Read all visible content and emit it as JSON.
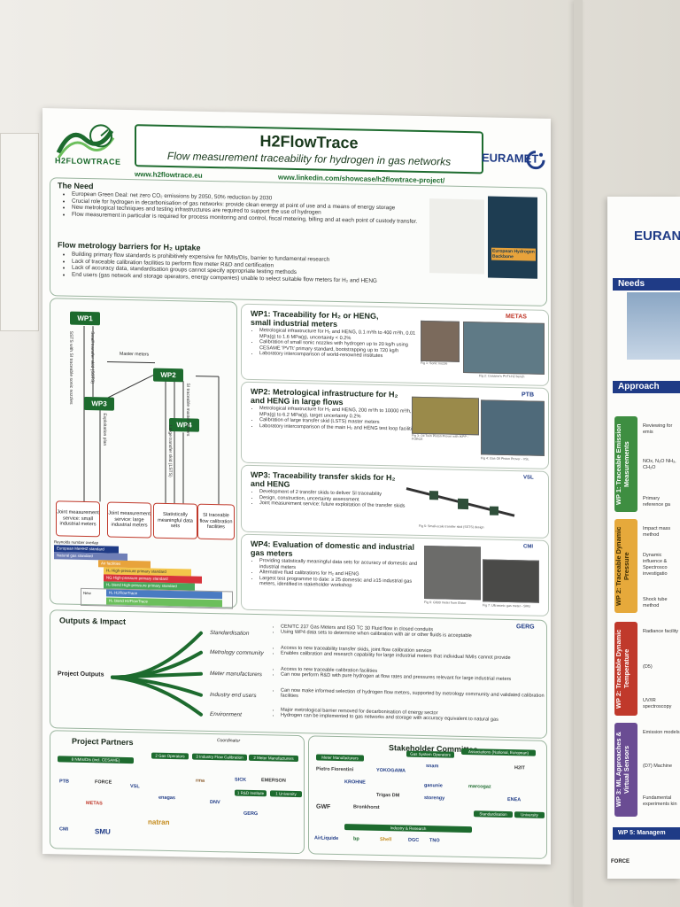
{
  "header": {
    "logo_text": "H2FLOWTRACE",
    "title": "H2FlowTrace",
    "subtitle": "Flow measurement traceability for hydrogen in gas networks",
    "website": "www.h2flowtrace.eu",
    "linkedin": "www.linkedin.com/showcase/h2flowtrace-project/",
    "euramet": "EURAMET"
  },
  "need": {
    "title": "The Need",
    "items": [
      "European Green Deal: net zero CO₂ emissions by 2050, 50% reduction by 2030",
      "Crucial role for hydrogen in decarbonisation of gas networks: provide clean energy at point of use and a means of energy storage",
      "New metrological techniques and testing infrastructures are required to support the use of hydrogen",
      "Flow measurement in particular is required for process monitoring and control, fiscal metering, billing and at each point of custody transfer."
    ],
    "book_title": "European Hydrogen Backbone"
  },
  "barriers": {
    "title": "Flow metrology barriers for H₂ uptake",
    "items": [
      "Building primary flow standards is prohibitively expensive for NMIs/DIs, barrier to fundamental research",
      "Lack of traceable calibration facilities to perform flow meter R&D and certification",
      "Lack of accuracy data, standardisation groups cannot specify appropriate testing methods",
      "End users (gas network and storage operators, energy companies) unable to select suitable flow meters for H₂ and HENG"
    ]
  },
  "diagram": {
    "wp1": "WP1",
    "wp2": "WP2",
    "wp3": "WP3",
    "wp4": "WP4",
    "master_meters": "Master meters",
    "small_transfer": "Small transfer skid (SSTS)",
    "ssts_nozzles": "SSTS with SI traceable sonic nozzles",
    "exploitation": "Exploitation plan",
    "large_transfer": "Large transfer skid (LSTS)",
    "si_traceable_master": "SI traceable master meters",
    "outputs": [
      "Joint measurement service: small industrial meters",
      "Joint measurement service: large industrial meters",
      "Statistically meaningful data sets",
      "SI traceable flow calibration facilities"
    ]
  },
  "legend": {
    "title": "Reynolds number overlap",
    "rows": [
      {
        "label": "European MeHHZ standard",
        "color": "#1f3b86"
      },
      {
        "label": "Natural gas standard",
        "color": "#6f7fb7"
      },
      {
        "label": "Air facilities",
        "color": "#e8a33b"
      },
      {
        "label": "H₂ High-pressure primary standard",
        "color": "#f3c54a"
      },
      {
        "label": "NG High-pressure primary standard",
        "color": "#d8323a"
      },
      {
        "label": "H₂ blend High-pressure primary standard",
        "color": "#4aa85b"
      },
      {
        "label": "H₂ H2FlowTrace",
        "color": "#4a7bc2"
      },
      {
        "label": "H₂ blend H2FlowTrace",
        "color": "#6cbf5c"
      }
    ],
    "new_label": "New"
  },
  "wps": [
    {
      "title": "WP1: Traceability for H₂ or HENG, small industrial meters",
      "org": "METAS",
      "items": [
        "Metrological infrastructure for H₂ and HENG, 0.1 m³/h to 400 m³/h, 0.01 MPa(g) to 1.6 MPa(g), uncertainty < 0.2%",
        "Calibration of small sonic nozzles with hydrogen up to 20 kg/h using CESAME 'PVTt' primary standard, bootstrapping up to 720 kg/h",
        "Laboratory intercomparison of world-renowned institutes"
      ],
      "captions": [
        "Fig 1: Sonic nozzle",
        "Fig 2: Cesame's PVTt-H2 bench"
      ]
    },
    {
      "title": "WP2: Metrological infrastructure for H₂ and HENG in large flows",
      "org": "PTB",
      "items": [
        "Metrological infrastructure for H₂ and HENG, 200 m³/h to 10000 m³/h, 0.3 MPa(g) to 6.2 MPa(g), target uncertainty 0.2%",
        "Calibration of large transfer skid (LSTS) master meters",
        "Laboratory intercomparison of the main H₂ and HENG test loop facilities"
      ],
      "captions": [
        "Fig 3: Oil Twin Piston Prover with IKPP - FORCE",
        "Fig 4: Gas Oil Piston Prover - VSL"
      ]
    },
    {
      "title": "WP3: Traceability transfer skids for H₂ and HENG",
      "org": "VSL",
      "items": [
        "Development of 2 transfer skids to deliver SI traceability",
        "Design, construction, uncertainty assessment",
        "Joint measurement service: future exploitation of the transfer skids"
      ],
      "captions": [
        "Fig 5: Small-scale transfer skid (SSTS) design"
      ]
    },
    {
      "title": "WP4: Evaluation of domestic and industrial gas meters",
      "org": "CMI",
      "items": [
        "Providing statistically meaningful data sets for accuracy of domestic and industrial meters",
        "Alternative fluid calibrations for H₂ and HENG",
        "Largest test programme to date: ≥ 25 domestic and ≥15 industrial gas meters, identified in stakeholder workshop"
      ],
      "captions": [
        "Fig 6: G600 meter from Elster",
        "Fig 7: Ultrasonic gas meter - SMU"
      ]
    }
  ],
  "outputs": {
    "title": "Outputs & Impact",
    "root": "Project Outputs",
    "org": "GERG",
    "branches": [
      {
        "label": "Standardisation",
        "items": [
          "CEN/TC 237 Gas Meters and ISO TC 30 Fluid flow in closed conduits",
          "Using WP4 data sets to determine when calibration with air or other fluids is acceptable"
        ]
      },
      {
        "label": "Metrology community",
        "items": [
          "Access to new traceability transfer skids, joint flow calibration service",
          "Enables calibration and research capability for large industrial meters that individual NMIs cannot provide"
        ]
      },
      {
        "label": "Meter manufacturers",
        "items": [
          "Access to new traceable calibration facilities",
          "Can now perform R&D with pure hydrogen at flow rates and pressures relevant for large industrial meters"
        ]
      },
      {
        "label": "Industry end users",
        "items": [
          "Can now make informed selection of hydrogen flow meters, supported by metrology community and validated calibration facilities"
        ]
      },
      {
        "label": "Environment",
        "items": [
          "Major metrological barrier removed for decarbonisation of energy sector",
          "Hydrogen can be implemented to gas networks and storage with accuracy equivalent to natural gas"
        ]
      }
    ]
  },
  "partners": {
    "title": "Project Partners",
    "coordinator": "Coordinator",
    "groups": [
      "8 NMIs/DIs (incl. CESAME)",
      "2 Gas Operators",
      "3 Industry Flow Calibration",
      "2 Meter Manufacturers",
      "1 R&D Institute",
      "1 University"
    ],
    "logos": [
      "PTB",
      "FORCE",
      "VSL",
      "METAS",
      "rma",
      "SICK",
      "EMERSON",
      "enagas",
      "DNV",
      "GERG",
      "natran",
      "SMU",
      "CMI"
    ]
  },
  "stakeholders": {
    "title": "Stakeholder Committee",
    "groups": [
      "Meter Manufacturers",
      "Gas System Operators",
      "Associations (National, European)",
      "Industry & Research",
      "Standardisation",
      "University"
    ],
    "logos": [
      "Pietro Fiorentini",
      "YOKOGAWA",
      "snam",
      "H2IT",
      "KROHNE",
      "gasunie",
      "marcogaz",
      "Trigas DM",
      "storengy",
      "ENEA",
      "GWF",
      "Bronkhorst",
      "AirLiquide",
      "bp",
      "Shell",
      "DGC",
      "TNO"
    ]
  },
  "side_poster": {
    "title": "EURAN",
    "needs": "Needs",
    "approach": "Approach",
    "wps": [
      {
        "label": "WP 1: Traceable Emission Measurements",
        "color": "#3e8e41"
      },
      {
        "label": "WP 2: Traceable Dynamic Pressure",
        "color": "#e6a93b"
      },
      {
        "label": "WP 2: Traceable Dynamic Temperature",
        "color": "#c0392b"
      },
      {
        "label": "WP 3: ML Approaches & Virtual Sensors",
        "color": "#6a4c93"
      }
    ],
    "texts": [
      "Reviewing for emis",
      "NOx, N₂O NH₃, CH₂O",
      "Primary reference ga",
      "Impact mass method",
      "Dynamic influence & Spectrosco investigatio",
      "Shock tube method",
      "Radiance facility",
      "(D5)",
      "UV/IR spectroscopy",
      "Emission models",
      "(D7) Machine",
      "Fundamental experiments kin"
    ],
    "management": "WP 5: Managem",
    "footer": "FORCE"
  }
}
